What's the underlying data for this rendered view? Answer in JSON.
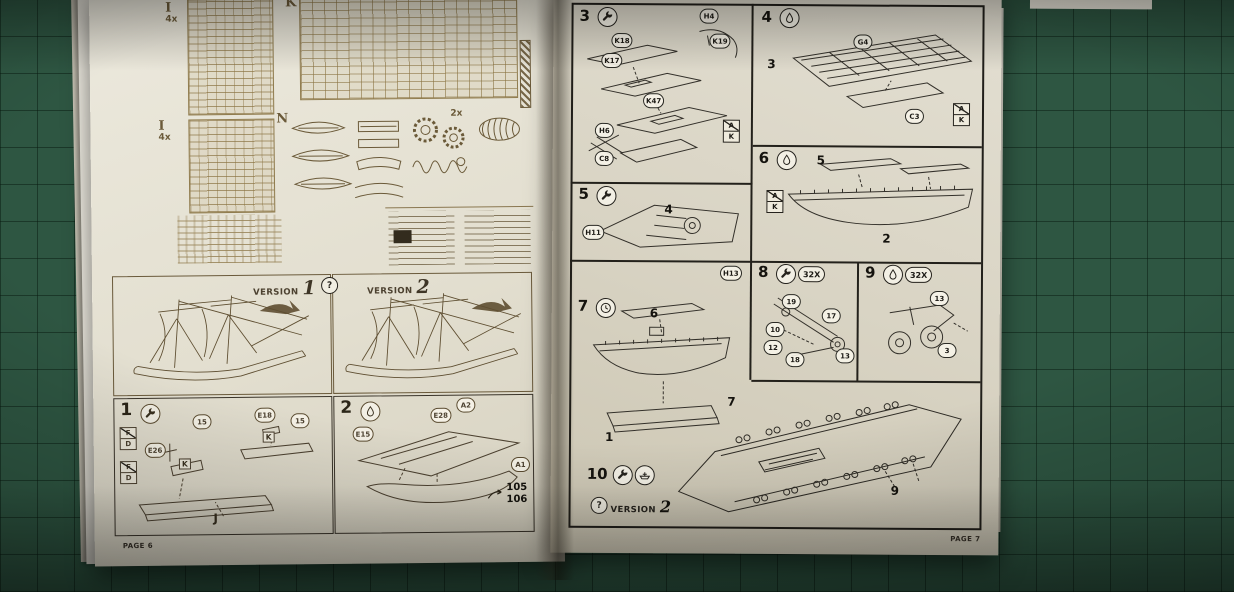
{
  "left_page": {
    "page_label": "PAGE 6",
    "sprues": {
      "i1_label": "I",
      "i1_qty": "4x",
      "i2_label": "I",
      "i2_qty": "4x",
      "k_label": "K",
      "n_label": "N",
      "gears_qty": "2x"
    },
    "versions": {
      "label1": "VERSION",
      "num1": "1",
      "label2": "VERSION",
      "num2": "2",
      "question": "?"
    },
    "step1": {
      "num": "1",
      "co_e26": "E26",
      "co_e18": "E18",
      "co_15": "15",
      "k_box": "K",
      "flag_f": "F",
      "flag_d": "D",
      "j_label": "J"
    },
    "step2": {
      "num": "2",
      "co_e15": "E15",
      "co_e28": "E28",
      "co_a2": "A2",
      "co_a1": "A1",
      "ref1": "105",
      "ref2": "106"
    }
  },
  "right_page": {
    "page_label": "PAGE 7",
    "step3": {
      "num": "3",
      "co_h4": "H4",
      "co_k18": "K18",
      "co_k17": "K17",
      "co_k47": "K47",
      "co_h6": "H6",
      "co_c8": "C8",
      "co_k19": "K19",
      "flag_a": "A",
      "flag_k": "K"
    },
    "step4": {
      "num": "4",
      "part3": "3",
      "co_g4": "G4",
      "co_c3": "C3",
      "flag_a": "A",
      "flag_k": "K"
    },
    "step5": {
      "num": "5",
      "part4": "4",
      "co_h11": "H11"
    },
    "step6": {
      "num": "6",
      "part5": "5",
      "part2": "2",
      "flag_a": "A",
      "flag_k": "K"
    },
    "step7": {
      "num": "7",
      "part6": "6",
      "part1": "1",
      "co_h13": "H13"
    },
    "step8": {
      "num": "8",
      "mult": "32X",
      "co_19": "19",
      "co_17": "17",
      "co_10": "10",
      "co_12": "12",
      "co_18": "18",
      "co_13": "13"
    },
    "step9": {
      "num": "9",
      "mult": "32X",
      "co_13": "13",
      "co_3": "3"
    },
    "step10": {
      "num": "10",
      "question": "?",
      "version_label": "VERSION",
      "version_num": "2"
    },
    "assembly": {
      "part7": "7",
      "part9": "9"
    }
  }
}
